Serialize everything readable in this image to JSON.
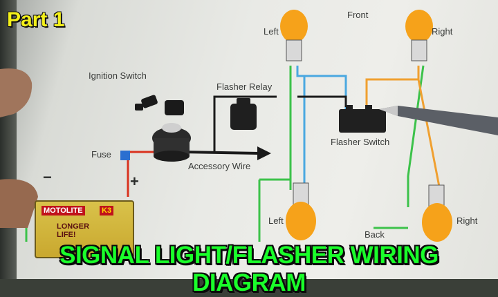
{
  "overlay": {
    "part_label": "Part 1",
    "banner_title": "SIGNAL LIGHT/FLASHER WIRING DIAGRAM"
  },
  "diagram": {
    "labels": {
      "front": "Front",
      "back": "Back",
      "front_left": "Left",
      "front_right": "Right",
      "back_left": "Left",
      "back_right": "Right",
      "ignition_switch": "Ignition Switch",
      "flasher_relay": "Flasher Relay",
      "flasher_switch": "Flasher Switch",
      "fuse": "Fuse",
      "accessory_wire": "Accessory Wire",
      "minus": "−",
      "plus": "+"
    },
    "battery": {
      "brand": "MOTOLITE",
      "tag": "K3",
      "slogan_line1": "LONGER",
      "slogan_line2": "LIFE!"
    },
    "colors": {
      "orange_wire": "#f0a030",
      "blue_wire": "#4aa8e0",
      "green_wire": "#3cc24a",
      "red_wire": "#d9321e",
      "black_wire": "#1a1a1a",
      "bulb": "#f6a21a",
      "banner_text": "#1aff2a",
      "part_text": "#f3f01a"
    }
  }
}
